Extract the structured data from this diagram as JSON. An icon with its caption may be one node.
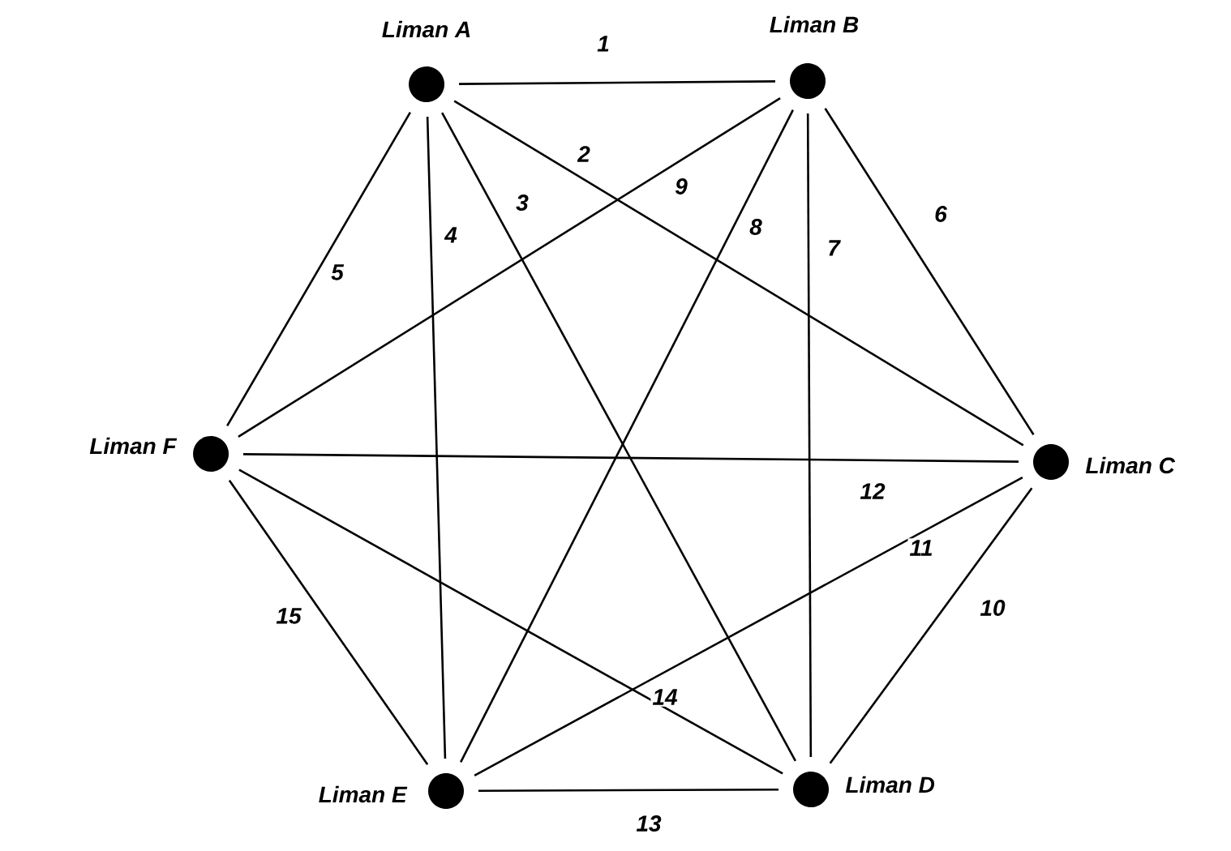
{
  "diagram": {
    "nodes": [
      {
        "text": [],
        "shape": "circle",
        "beside": [
          "Liman A"
        ]
      },
      {
        "text": [],
        "shape": "circle",
        "beside": [
          "Liman B"
        ]
      },
      {
        "text": [],
        "shape": "circle",
        "beside": [
          "Liman C"
        ]
      },
      {
        "text": [],
        "shape": "circle",
        "beside": [
          "Liman D"
        ]
      },
      {
        "text": [],
        "shape": "circle",
        "beside": [
          "Liman E"
        ]
      },
      {
        "text": [],
        "shape": "circle",
        "beside": [
          "Liman F"
        ]
      }
    ],
    "edges": [
      {
        "from": 0,
        "to": 1,
        "arrow": "none",
        "label": "1"
      },
      {
        "from": 0,
        "to": 2,
        "arrow": "none",
        "label": "2"
      },
      {
        "from": 0,
        "to": 3,
        "arrow": "none",
        "label": "3"
      },
      {
        "from": 0,
        "to": 4,
        "arrow": "none",
        "label": "4"
      },
      {
        "from": 0,
        "to": 5,
        "arrow": "none",
        "label": "5"
      },
      {
        "from": 1,
        "to": 2,
        "arrow": "none",
        "label": "6"
      },
      {
        "from": 1,
        "to": 3,
        "arrow": "none",
        "label": "7"
      },
      {
        "from": 1,
        "to": 4,
        "arrow": "none",
        "label": "8"
      },
      {
        "from": 1,
        "to": 5,
        "arrow": "none",
        "label": "9"
      },
      {
        "from": 2,
        "to": 3,
        "arrow": "none",
        "label": "10"
      },
      {
        "from": 2,
        "to": 4,
        "arrow": "none",
        "label": "11"
      },
      {
        "from": 2,
        "to": 5,
        "arrow": "none",
        "label": "12"
      },
      {
        "from": 3,
        "to": 4,
        "arrow": "none",
        "label": "13"
      },
      {
        "from": 3,
        "to": 5,
        "arrow": "none",
        "label": "14"
      },
      {
        "from": 4,
        "to": 5,
        "arrow": "none",
        "label": "15"
      }
    ]
  }
}
